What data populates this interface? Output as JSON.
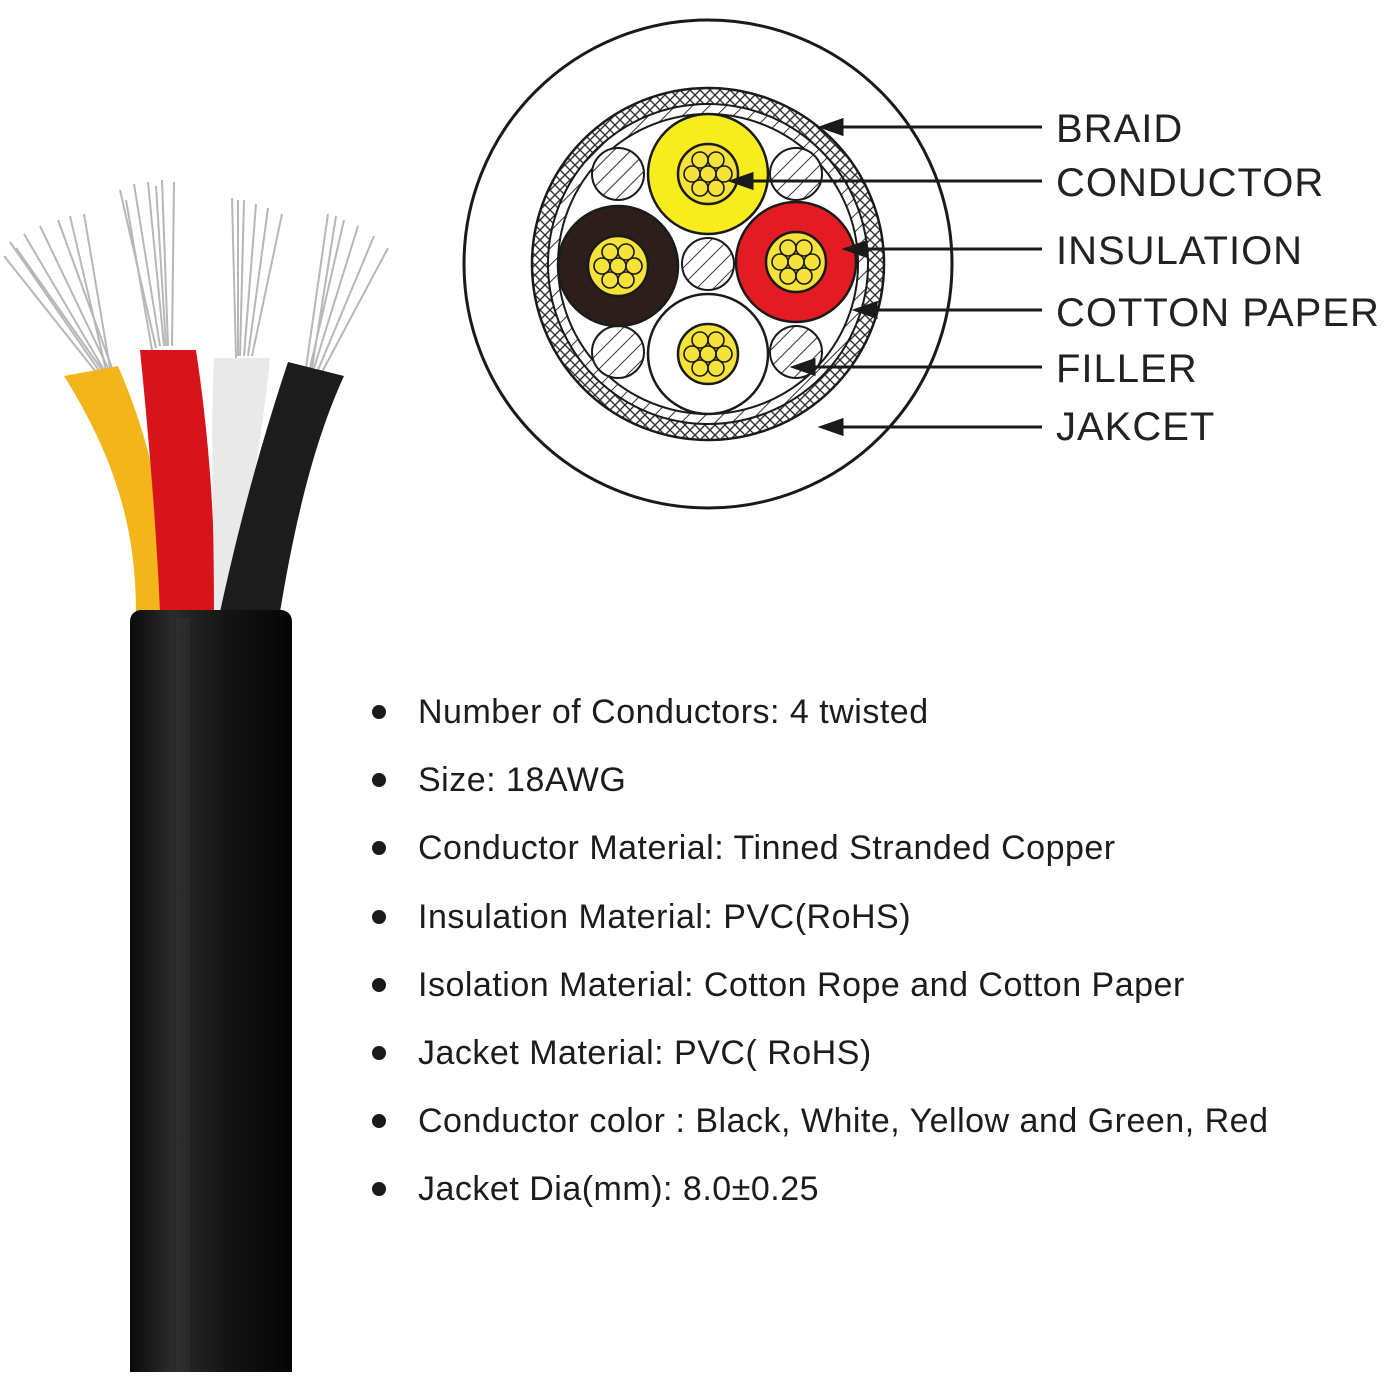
{
  "diagram": {
    "layers": [
      {
        "key": "braid",
        "label": "BRAID"
      },
      {
        "key": "conductor",
        "label": "CONDUCTOR"
      },
      {
        "key": "insulation",
        "label": "INSULATION"
      },
      {
        "key": "cotton_paper",
        "label": "COTTON PAPER"
      },
      {
        "key": "filler",
        "label": "FILLER"
      },
      {
        "key": "jacket",
        "label": "JAKCET"
      }
    ],
    "core_colors": {
      "yellow": "#f7ec1e",
      "red": "#e31b23",
      "black": "#2e1e1b",
      "white": "#ffffff",
      "copper": "#f5e23a"
    }
  },
  "cable_photo": {
    "wire_colors": [
      "#f2b51c",
      "#d7141c",
      "#e9e9e9",
      "#1c1c1c"
    ],
    "jacket_color": "#161616"
  },
  "specs": [
    "Number of Conductors: 4 twisted",
    "Size: 18AWG",
    "Conductor Material: Tinned Stranded Copper",
    "Insulation Material: PVC(RoHS)",
    "Isolation Material: Cotton Rope and Cotton Paper",
    "Jacket Material: PVC( RoHS)",
    "Conductor color : Black, White, Yellow and Green, Red",
    "Jacket Dia(mm): 8.0±0.25"
  ]
}
